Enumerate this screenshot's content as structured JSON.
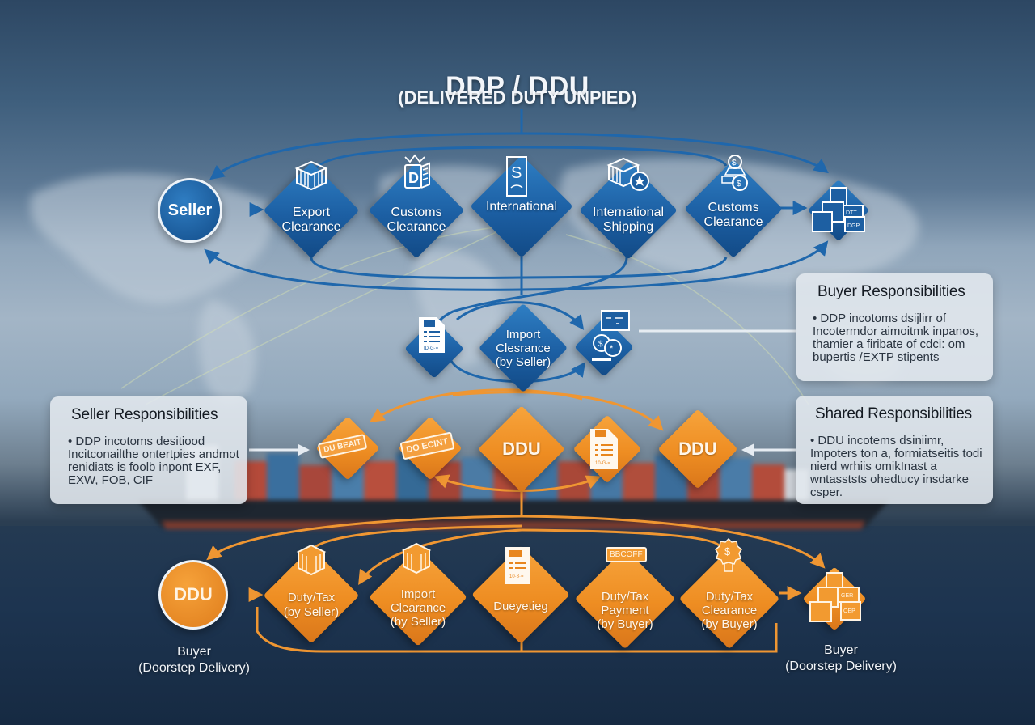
{
  "header": {
    "title": "DDP / DDU",
    "subtitle": "(DELIVERED DUTY UNPIED)"
  },
  "colors": {
    "ddp_blue": "#1c5fa3",
    "ddu_orange": "#ee8d22",
    "panel_bg": "#e2e8ee",
    "text_light": "#f3f6fa"
  },
  "ddp_flow": {
    "start": {
      "label": "Seller"
    },
    "steps": [
      {
        "label": "Export\nClearance",
        "icon": "shipping-container-icon"
      },
      {
        "label": "Customs\nClearance",
        "icon": "customs-document-icon"
      },
      {
        "label": "International",
        "icon": "dollar-invoice-icon"
      },
      {
        "label": "International\nShipping",
        "icon": "container-with-seal-icon"
      },
      {
        "label": "Customs\nClearance",
        "icon": "money-bags-icon"
      }
    ],
    "end": {
      "label": "",
      "icon": "stacked-boxes-icon",
      "box_tags": [
        "DTT",
        "DGP"
      ]
    }
  },
  "import_row": {
    "left_icon": "document-icon",
    "center_label": "Import\nClesrance\n(by Seller)",
    "right_icon": "payment-coins-icon"
  },
  "ddu_row": {
    "steps": [
      {
        "label": "",
        "stamp": "DU BEAIT",
        "icon": "stamp-icon"
      },
      {
        "label": "",
        "stamp": "DO ECINT",
        "icon": "stamp-icon"
      },
      {
        "label": "DDU"
      },
      {
        "label": "",
        "icon": "document-icon"
      },
      {
        "label": "DDU"
      }
    ]
  },
  "ddu_flow": {
    "start": {
      "label": "DDU"
    },
    "start_caption": "Buyer\n(Doorstep Delivery)",
    "steps": [
      {
        "label": "Duty/Tax\n(by Seller)",
        "icon": "crate-icon"
      },
      {
        "label": "Import\nClearance\n(by Seller)",
        "icon": "crate-icon"
      },
      {
        "label": "Dueyetieg",
        "icon": "document-icon"
      },
      {
        "label": "Duty/Tax\nPayment\n(by Buyer)",
        "icon": "receipt-sign-icon",
        "sign": "BBCOFF"
      },
      {
        "label": "Duty/Tax\nClearance\n(by Buyer)",
        "icon": "dollar-badge-icon"
      }
    ],
    "end": {
      "icon": "stacked-boxes-icon",
      "box_tags": [
        "GER",
        "OEP"
      ]
    },
    "end_caption": "Buyer\n(Doorstep Delivery)"
  },
  "panels": {
    "buyer": {
      "title": "Buyer Responsibilities",
      "body": "• DDP incotoms dsijlirr of Incotermdor aimoitmk inpanos, thamier a firibate of cdci: om bupertis /EXTP stipents"
    },
    "seller": {
      "title": "Seller Responsibilities",
      "body": "• DDP incotoms desitiood Incitconailthe ontertpies andmot renidiats is foolb inpont EXF, EXW, FOB, CIF"
    },
    "shared": {
      "title": "Shared Responsibilities",
      "body": "• DDU incotems dsiniimr, Impoters ton a, formiatseitis todi nierd wrhiis omikInast a wntasststs ohedtucy insdarke csper."
    }
  }
}
